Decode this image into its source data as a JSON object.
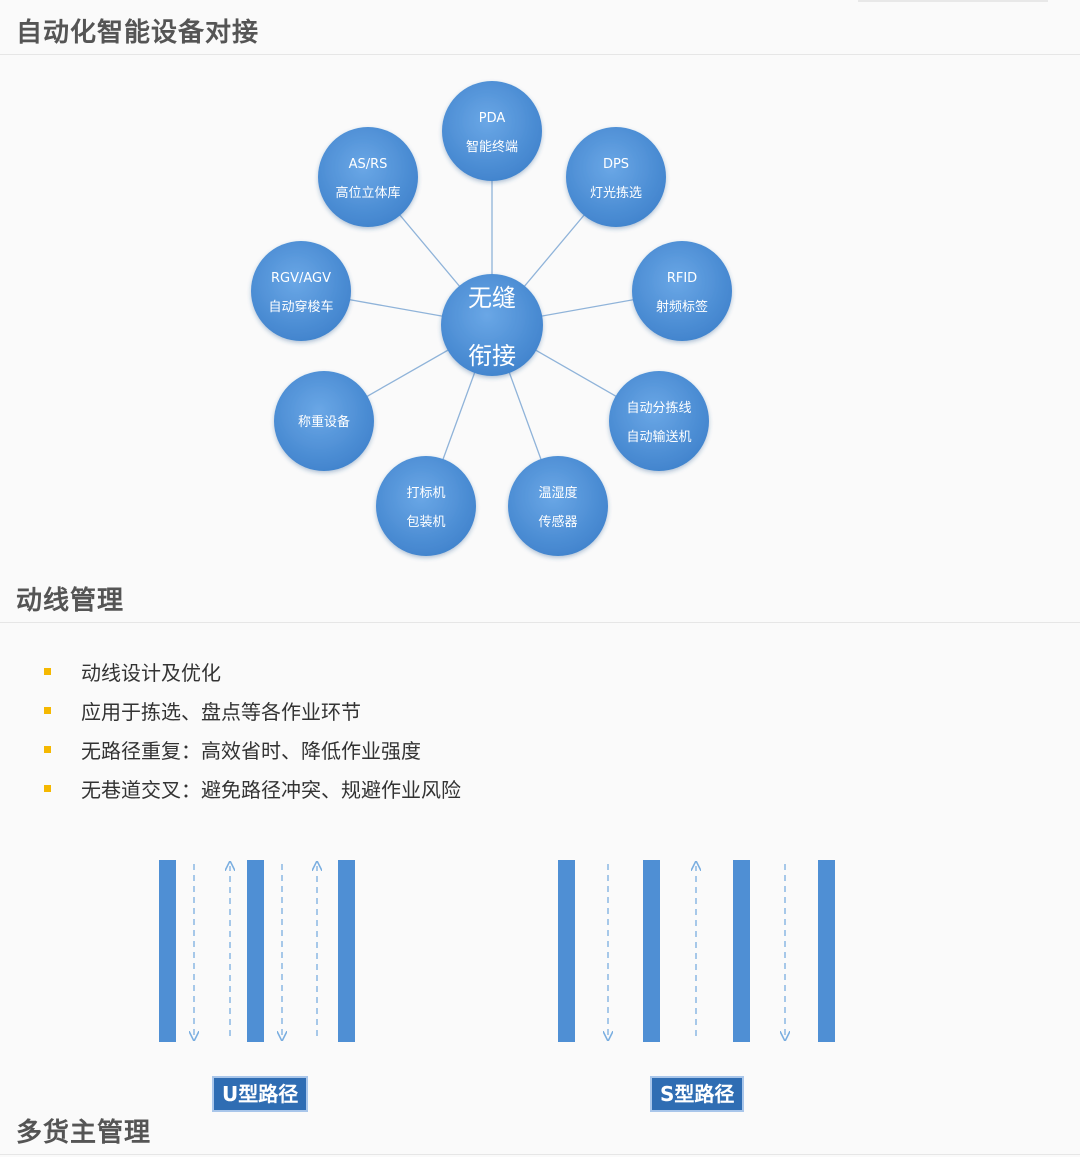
{
  "sections": {
    "equipment_title": "自动化智能设备对接",
    "flow_title": "动线管理",
    "multi_title": "多货主管理"
  },
  "hub": {
    "line1": "无缝",
    "line2": "衔接"
  },
  "nodes": [
    {
      "id": "pda",
      "line1": "PDA",
      "line2": "智能终端"
    },
    {
      "id": "dps",
      "line1": "DPS",
      "line2": "灯光拣选"
    },
    {
      "id": "rfid",
      "line1": "RFID",
      "line2": "射频标签"
    },
    {
      "id": "sorter",
      "line1": "自动分拣线",
      "line2": "自动输送机"
    },
    {
      "id": "sensor",
      "line1": "温湿度",
      "line2": "传感器"
    },
    {
      "id": "labeler",
      "line1": "打标机",
      "line2": "包装机"
    },
    {
      "id": "scale",
      "line1": "称重设备",
      "line2": ""
    },
    {
      "id": "rgv",
      "line1": "RGV/AGV",
      "line2": "自动穿梭车"
    },
    {
      "id": "asrs",
      "line1": "AS/RS",
      "line2": "高位立体库"
    }
  ],
  "bullets": [
    "动线设计及优化",
    "应用于拣选、盘点等各作业环节",
    "无路径重复：高效省时、降低作业强度",
    "无巷道交叉：避免路径冲突、规避作业风险"
  ],
  "routes": {
    "u_label": "U型路径",
    "s_label": "S型路径"
  },
  "colors": {
    "node_fill": "#4d8fd6",
    "line": "#8fb3d9",
    "bar": "#4f8fd4",
    "arrow": "#7aaee0",
    "bullet": "#f5b800"
  }
}
